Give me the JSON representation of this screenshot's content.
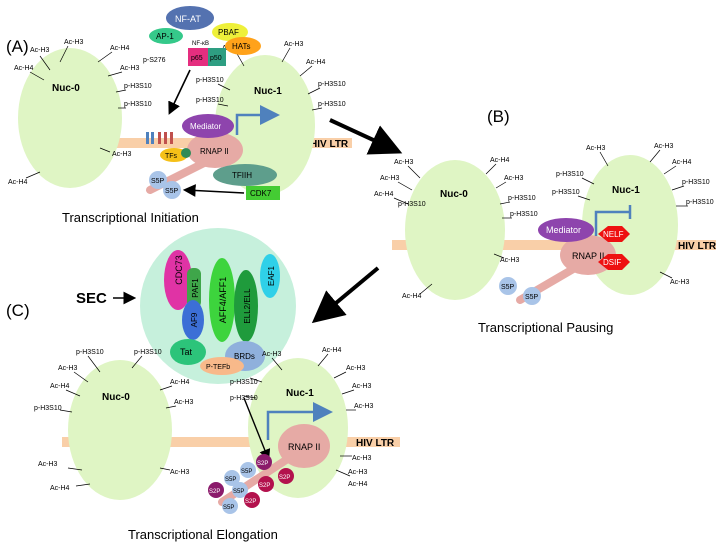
{
  "panels": {
    "a": {
      "label": "(A)",
      "nuc0": "Nuc-0",
      "nuc1": "Nuc-1",
      "ltr": "HIV LTR",
      "caption": "Transcriptional Initiation",
      "complex": [
        "NF-AT",
        "PBAF",
        "AP-1",
        "NF-κB",
        "HATs",
        "p65",
        "p50"
      ],
      "ps276": "p-S276",
      "mediator": "Mediator",
      "rnap": "RNAP II",
      "tfs": "TFs",
      "tfiih": "TFIIH",
      "cdk7": "CDK7",
      "s5p": "S5P"
    },
    "b": {
      "label": "(B)",
      "nuc0": "Nuc-0",
      "nuc1": "Nuc-1",
      "ltr": "HIV LTR",
      "caption": "Transcriptional Pausing",
      "mediator": "Mediator",
      "rnap": "RNAP II",
      "nelf": "NELF",
      "dsif": "DSIF",
      "s5p": "S5P"
    },
    "c": {
      "label": "(C)",
      "sec": "SEC",
      "nuc0": "Nuc-0",
      "nuc1": "Nuc-1",
      "ltr": "HIV LTR",
      "caption": "Transcriptional Elongation",
      "cdc73": "CDC73",
      "paf1": "PAF1",
      "af9": "AF9",
      "aff4": "AFF4/AFF1",
      "ell2": "ELL2/ELL",
      "eaf1": "EAF1",
      "tat": "Tat",
      "brds": "BRDs",
      "ptefb": "P-TEFb",
      "rnap": "RNAP II",
      "s5p": "S5P",
      "s2p": "S2P"
    }
  },
  "marks": {
    "ach3": "Ac-H3",
    "ach4": "Ac-H4",
    "ph3s10": "p-H3S10"
  },
  "colors": {
    "nucleosome": "#dff5c4",
    "dna": "#f9cfa8",
    "mediator": "#8e44ad",
    "rnap": "#e6aaa5",
    "arrow_blue": "#4f81bd",
    "nelf": "#ee1111",
    "tfiih": "#5e9e8c",
    "cdk7": "#44cc33",
    "s5p": "#a9c4e8",
    "s2p": "#8b1a6b",
    "sec_circle": "#c6f0dc"
  }
}
